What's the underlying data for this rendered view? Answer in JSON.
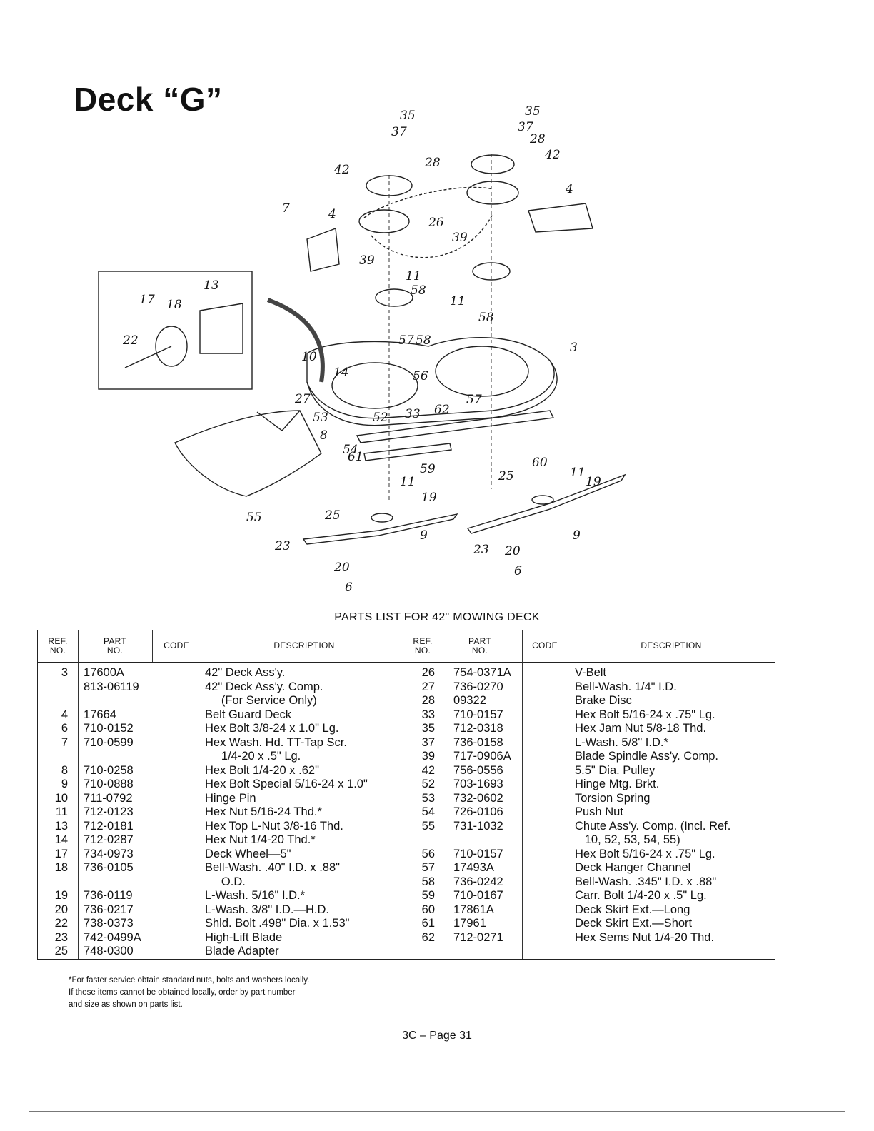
{
  "title": "Deck “G”",
  "diagram_callouts": [
    "35",
    "37",
    "28",
    "42",
    "35",
    "37",
    "28",
    "42",
    "4",
    "7",
    "4",
    "26",
    "39",
    "39",
    "11",
    "58",
    "13",
    "17",
    "18",
    "22",
    "11",
    "58",
    "57",
    "58",
    "3",
    "10",
    "14",
    "56",
    "27",
    "52",
    "33",
    "62",
    "57",
    "53",
    "8",
    "54",
    "61",
    "59",
    "60",
    "11",
    "19",
    "55",
    "25",
    "11",
    "19",
    "25",
    "23",
    "9",
    "23",
    "20",
    "9",
    "20",
    "6",
    "6"
  ],
  "parts_list_title": "PARTS LIST FOR 42\" MOWING DECK",
  "headers": {
    "ref_l1": "REF.",
    "ref_l2": "NO.",
    "part_l1": "PART",
    "part_l2": "NO.",
    "code": "CODE",
    "description": "DESCRIPTION"
  },
  "left_rows": [
    {
      "ref": "3",
      "part": "17600A",
      "desc": "42\" Deck Ass'y."
    },
    {
      "ref": "",
      "part": "813-06119",
      "desc": "42\" Deck Ass'y. Comp."
    },
    {
      "ref": "",
      "part": "",
      "desc": "     (For Service Only)"
    },
    {
      "ref": "4",
      "part": "17664",
      "desc": "Belt Guard Deck"
    },
    {
      "ref": "6",
      "part": "710-0152",
      "desc": "Hex Bolt 3/8-24 x 1.0\" Lg."
    },
    {
      "ref": "7",
      "part": "710-0599",
      "desc": "Hex Wash. Hd. TT-Tap Scr."
    },
    {
      "ref": "",
      "part": "",
      "desc": "     1/4-20 x .5\" Lg."
    },
    {
      "ref": "8",
      "part": "710-0258",
      "desc": "Hex Bolt 1/4-20 x .62\""
    },
    {
      "ref": "9",
      "part": "710-0888",
      "desc": "Hex Bolt Special 5/16-24 x 1.0\""
    },
    {
      "ref": "10",
      "part": "711-0792",
      "desc": "Hinge Pin"
    },
    {
      "ref": "11",
      "part": "712-0123",
      "desc": "Hex Nut 5/16-24 Thd.*"
    },
    {
      "ref": "13",
      "part": "712-0181",
      "desc": "Hex Top L-Nut 3/8-16 Thd."
    },
    {
      "ref": "14",
      "part": "712-0287",
      "desc": "Hex Nut 1/4-20 Thd.*"
    },
    {
      "ref": "17",
      "part": "734-0973",
      "desc": "Deck Wheel—5\""
    },
    {
      "ref": "18",
      "part": "736-0105",
      "desc": "Bell-Wash. .40\" I.D. x .88\""
    },
    {
      "ref": "",
      "part": "",
      "desc": "     O.D."
    },
    {
      "ref": "19",
      "part": "736-0119",
      "desc": "L-Wash. 5/16\" I.D.*"
    },
    {
      "ref": "20",
      "part": "736-0217",
      "desc": "L-Wash. 3/8\" I.D.—H.D."
    },
    {
      "ref": "22",
      "part": "738-0373",
      "desc": "Shld. Bolt .498\" Dia. x 1.53\""
    },
    {
      "ref": "23",
      "part": "742-0499A",
      "desc": "High-Lift Blade"
    },
    {
      "ref": "25",
      "part": "748-0300",
      "desc": "Blade Adapter"
    }
  ],
  "right_rows": [
    {
      "ref": "26",
      "part": "754-0371A",
      "desc": "V-Belt"
    },
    {
      "ref": "27",
      "part": "736-0270",
      "desc": "Bell-Wash. 1/4\" I.D."
    },
    {
      "ref": "28",
      "part": "09322",
      "desc": "Brake Disc"
    },
    {
      "ref": "33",
      "part": "710-0157",
      "desc": "Hex Bolt 5/16-24 x .75\" Lg."
    },
    {
      "ref": "35",
      "part": "712-0318",
      "desc": "Hex Jam Nut 5/8-18 Thd."
    },
    {
      "ref": "37",
      "part": "736-0158",
      "desc": "L-Wash. 5/8\" I.D.*"
    },
    {
      "ref": "39",
      "part": "717-0906A",
      "desc": "Blade Spindle Ass'y. Comp."
    },
    {
      "ref": "42",
      "part": "756-0556",
      "desc": "5.5\" Dia. Pulley"
    },
    {
      "ref": "52",
      "part": "703-1693",
      "desc": "Hinge Mtg. Brkt."
    },
    {
      "ref": "53",
      "part": "732-0602",
      "desc": "Torsion Spring"
    },
    {
      "ref": "54",
      "part": "726-0106",
      "desc": "Push Nut"
    },
    {
      "ref": "55",
      "part": "731-1032",
      "desc": "Chute Ass'y. Comp. (Incl. Ref."
    },
    {
      "ref": "",
      "part": "",
      "desc": "   10, 52, 53, 54, 55)"
    },
    {
      "ref": "56",
      "part": "710-0157",
      "desc": "Hex Bolt 5/16-24 x .75\" Lg."
    },
    {
      "ref": "57",
      "part": "17493A",
      "desc": "Deck Hanger Channel"
    },
    {
      "ref": "58",
      "part": "736-0242",
      "desc": "Bell-Wash. .345\" I.D. x .88\""
    },
    {
      "ref": "59",
      "part": "710-0167",
      "desc": "Carr. Bolt 1/4-20 x .5\" Lg."
    },
    {
      "ref": "60",
      "part": "17861A",
      "desc": "Deck Skirt Ext.—Long"
    },
    {
      "ref": "61",
      "part": "17961",
      "desc": "Deck Skirt Ext.—Short"
    },
    {
      "ref": "62",
      "part": "712-0271",
      "desc": "Hex Sems Nut 1/4-20 Thd."
    }
  ],
  "footnote": {
    "line1": "*For faster service obtain standard nuts, bolts and washers locally.",
    "line2": "If these items cannot be obtained locally, order by part number",
    "line3": "and size as shown on parts list."
  },
  "page_number": "3C – Page 31"
}
